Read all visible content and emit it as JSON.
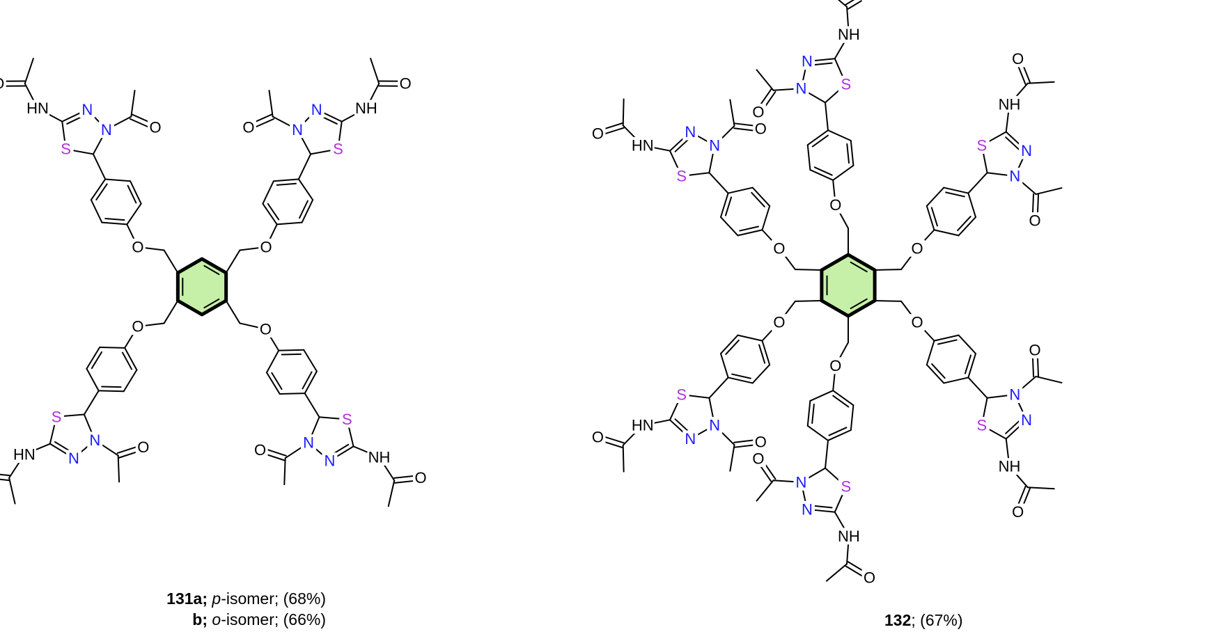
{
  "compounds": [
    {
      "id": "131",
      "caption_lines": [
        {
          "bold": "131a;",
          "italic": "p",
          "rest": "-isomer; (68%)"
        },
        {
          "bold": "b;",
          "italic": "o",
          "rest": "-isomer; (66%)"
        }
      ],
      "arms": 4
    },
    {
      "id": "132",
      "caption": {
        "bold": "132",
        "rest": "; (67%)"
      },
      "arms": 6
    }
  ],
  "atom_labels": {
    "nitrogen": "N",
    "sulfur": "S",
    "oxygen": "O",
    "amide_nh": "NH",
    "amide_hn": "HN"
  },
  "colors": {
    "nitrogen": "#1a1aff",
    "sulfur": "#b030e0",
    "oxygen": "#000000",
    "core_fill": "#c6f0a8",
    "bond": "#000000"
  }
}
